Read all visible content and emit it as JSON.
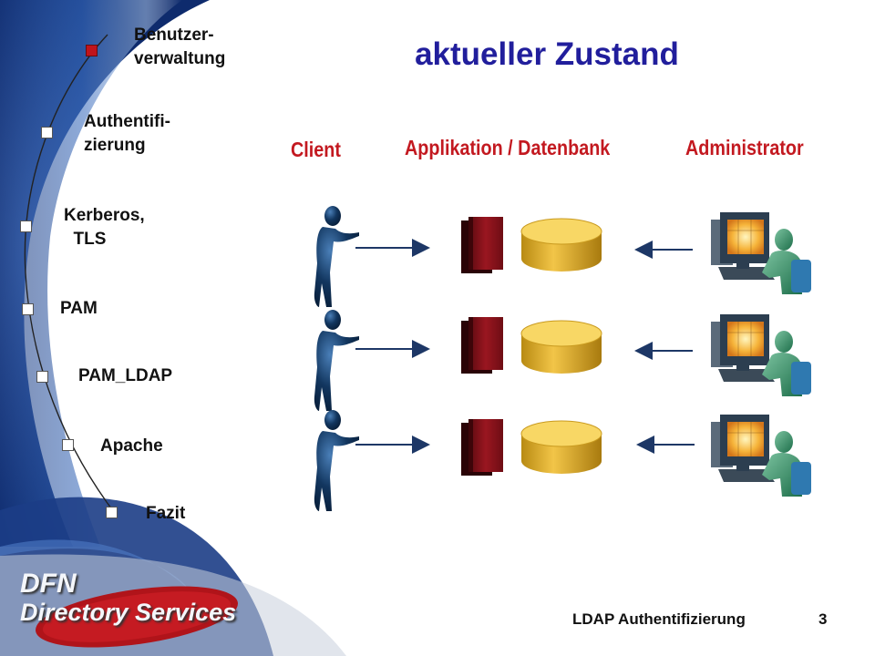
{
  "nav": {
    "items": [
      {
        "label": "Benutzer-\nverwaltung",
        "active": true
      },
      {
        "label": "Authentifi-\nzierung",
        "active": false
      },
      {
        "label": "Kerberos,\n  TLS",
        "active": false
      },
      {
        "label": "PAM",
        "active": false
      },
      {
        "label": "PAM_LDAP",
        "active": false
      },
      {
        "label": "Apache",
        "active": false
      },
      {
        "label": "Fazit",
        "active": false
      }
    ]
  },
  "slide": {
    "title": "aktueller Zustand",
    "columns": {
      "client": "Client",
      "application": "Applikation / Datenbank",
      "administrator": "Administrator"
    }
  },
  "logo": {
    "line1": "DFN",
    "line2": "Directory Services"
  },
  "footer": {
    "text": "LDAP Authentifizierung",
    "page_number": "3"
  },
  "colors": {
    "title": "#211e9c",
    "column_heading": "#c31920",
    "active_marker": "#c0141c",
    "panel_blue": "#1b3f8c"
  },
  "icons": [
    "person-icon",
    "book-icon",
    "database-icon",
    "administrator-computer-icon",
    "arrow-right-icon",
    "arrow-left-icon"
  ]
}
